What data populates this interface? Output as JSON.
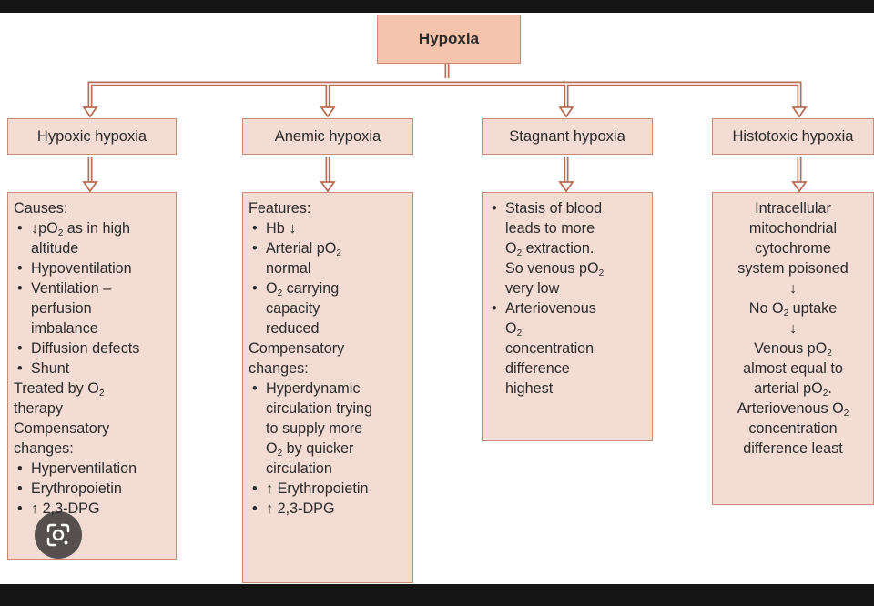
{
  "root": "Hypoxia",
  "branches": [
    {
      "title": "Hypoxic hypoxia",
      "lines": [
        {
          "t": "Causes:",
          "k": "p"
        },
        {
          "t": "↓pO<sub>2</sub> as in high",
          "k": "b"
        },
        {
          "t": "altitude",
          "k": "i"
        },
        {
          "t": "Hypoventilation",
          "k": "b"
        },
        {
          "t": "Ventilation –",
          "k": "b"
        },
        {
          "t": "perfusion",
          "k": "i"
        },
        {
          "t": "imbalance",
          "k": "i"
        },
        {
          "t": "Diffusion defects",
          "k": "b"
        },
        {
          "t": "Shunt",
          "k": "b"
        },
        {
          "t": "Treated by O<sub>2</sub>",
          "k": "p"
        },
        {
          "t": "therapy",
          "k": "p"
        },
        {
          "t": "Compensatory",
          "k": "p"
        },
        {
          "t": "changes:",
          "k": "p"
        },
        {
          "t": "Hyperventilation",
          "k": "b"
        },
        {
          "t": "Erythropoietin",
          "k": "b"
        },
        {
          "t": "↑ 2,3-DPG",
          "k": "b"
        }
      ]
    },
    {
      "title": "Anemic hypoxia",
      "lines": [
        {
          "t": "Features:",
          "k": "p"
        },
        {
          "t": "Hb ↓",
          "k": "b"
        },
        {
          "t": "Arterial pO<sub>2</sub>",
          "k": "b"
        },
        {
          "t": "normal",
          "k": "i"
        },
        {
          "t": "O<sub>2</sub> carrying",
          "k": "b"
        },
        {
          "t": "capacity",
          "k": "i"
        },
        {
          "t": "reduced",
          "k": "i"
        },
        {
          "t": "Compensatory",
          "k": "p"
        },
        {
          "t": "changes:",
          "k": "p"
        },
        {
          "t": "Hyperdynamic",
          "k": "b"
        },
        {
          "t": "circulation trying",
          "k": "i"
        },
        {
          "t": "to supply more",
          "k": "i"
        },
        {
          "t": "O<sub>2</sub> by quicker",
          "k": "i"
        },
        {
          "t": "circulation",
          "k": "i"
        },
        {
          "t": "↑ Erythropoietin",
          "k": "b"
        },
        {
          "t": "↑ 2,3-DPG",
          "k": "b"
        }
      ]
    },
    {
      "title": "Stagnant hypoxia",
      "lines": [
        {
          "t": "Stasis of blood",
          "k": "b"
        },
        {
          "t": "leads to more",
          "k": "i"
        },
        {
          "t": "O<sub>2</sub> extraction.",
          "k": "i"
        },
        {
          "t": "So venous pO<sub>2</sub>",
          "k": "i"
        },
        {
          "t": "very low",
          "k": "i"
        },
        {
          "t": "Arteriovenous",
          "k": "b"
        },
        {
          "t": "O<sub>2</sub>",
          "k": "i"
        },
        {
          "t": "concentration",
          "k": "i"
        },
        {
          "t": "difference",
          "k": "i"
        },
        {
          "t": "highest",
          "k": "i"
        }
      ]
    },
    {
      "title": "Histotoxic hypoxia",
      "lines": [
        {
          "t": "Intracellular",
          "k": "c"
        },
        {
          "t": "mitochondrial",
          "k": "c"
        },
        {
          "t": "cytochrome",
          "k": "c"
        },
        {
          "t": "system poisoned",
          "k": "c"
        },
        {
          "t": "↓",
          "k": "c"
        },
        {
          "t": "No O<sub>2</sub> uptake",
          "k": "c"
        },
        {
          "t": "↓",
          "k": "c"
        },
        {
          "t": "Venous pO<sub>2</sub>",
          "k": "c"
        },
        {
          "t": "almost equal to",
          "k": "c"
        },
        {
          "t": "arterial pO<sub>2</sub>.",
          "k": "c"
        },
        {
          "t": "Arteriovenous O<sub>2</sub>",
          "k": "c"
        },
        {
          "t": "concentration",
          "k": "c"
        },
        {
          "t": "difference least",
          "k": "c"
        }
      ]
    }
  ],
  "colors": {
    "box_fill": "#f3dcd4",
    "root_fill": "#f6c4ad",
    "border": "#c98a76",
    "connector": "#b86e55"
  },
  "overlay_icon": "google-lens-icon"
}
